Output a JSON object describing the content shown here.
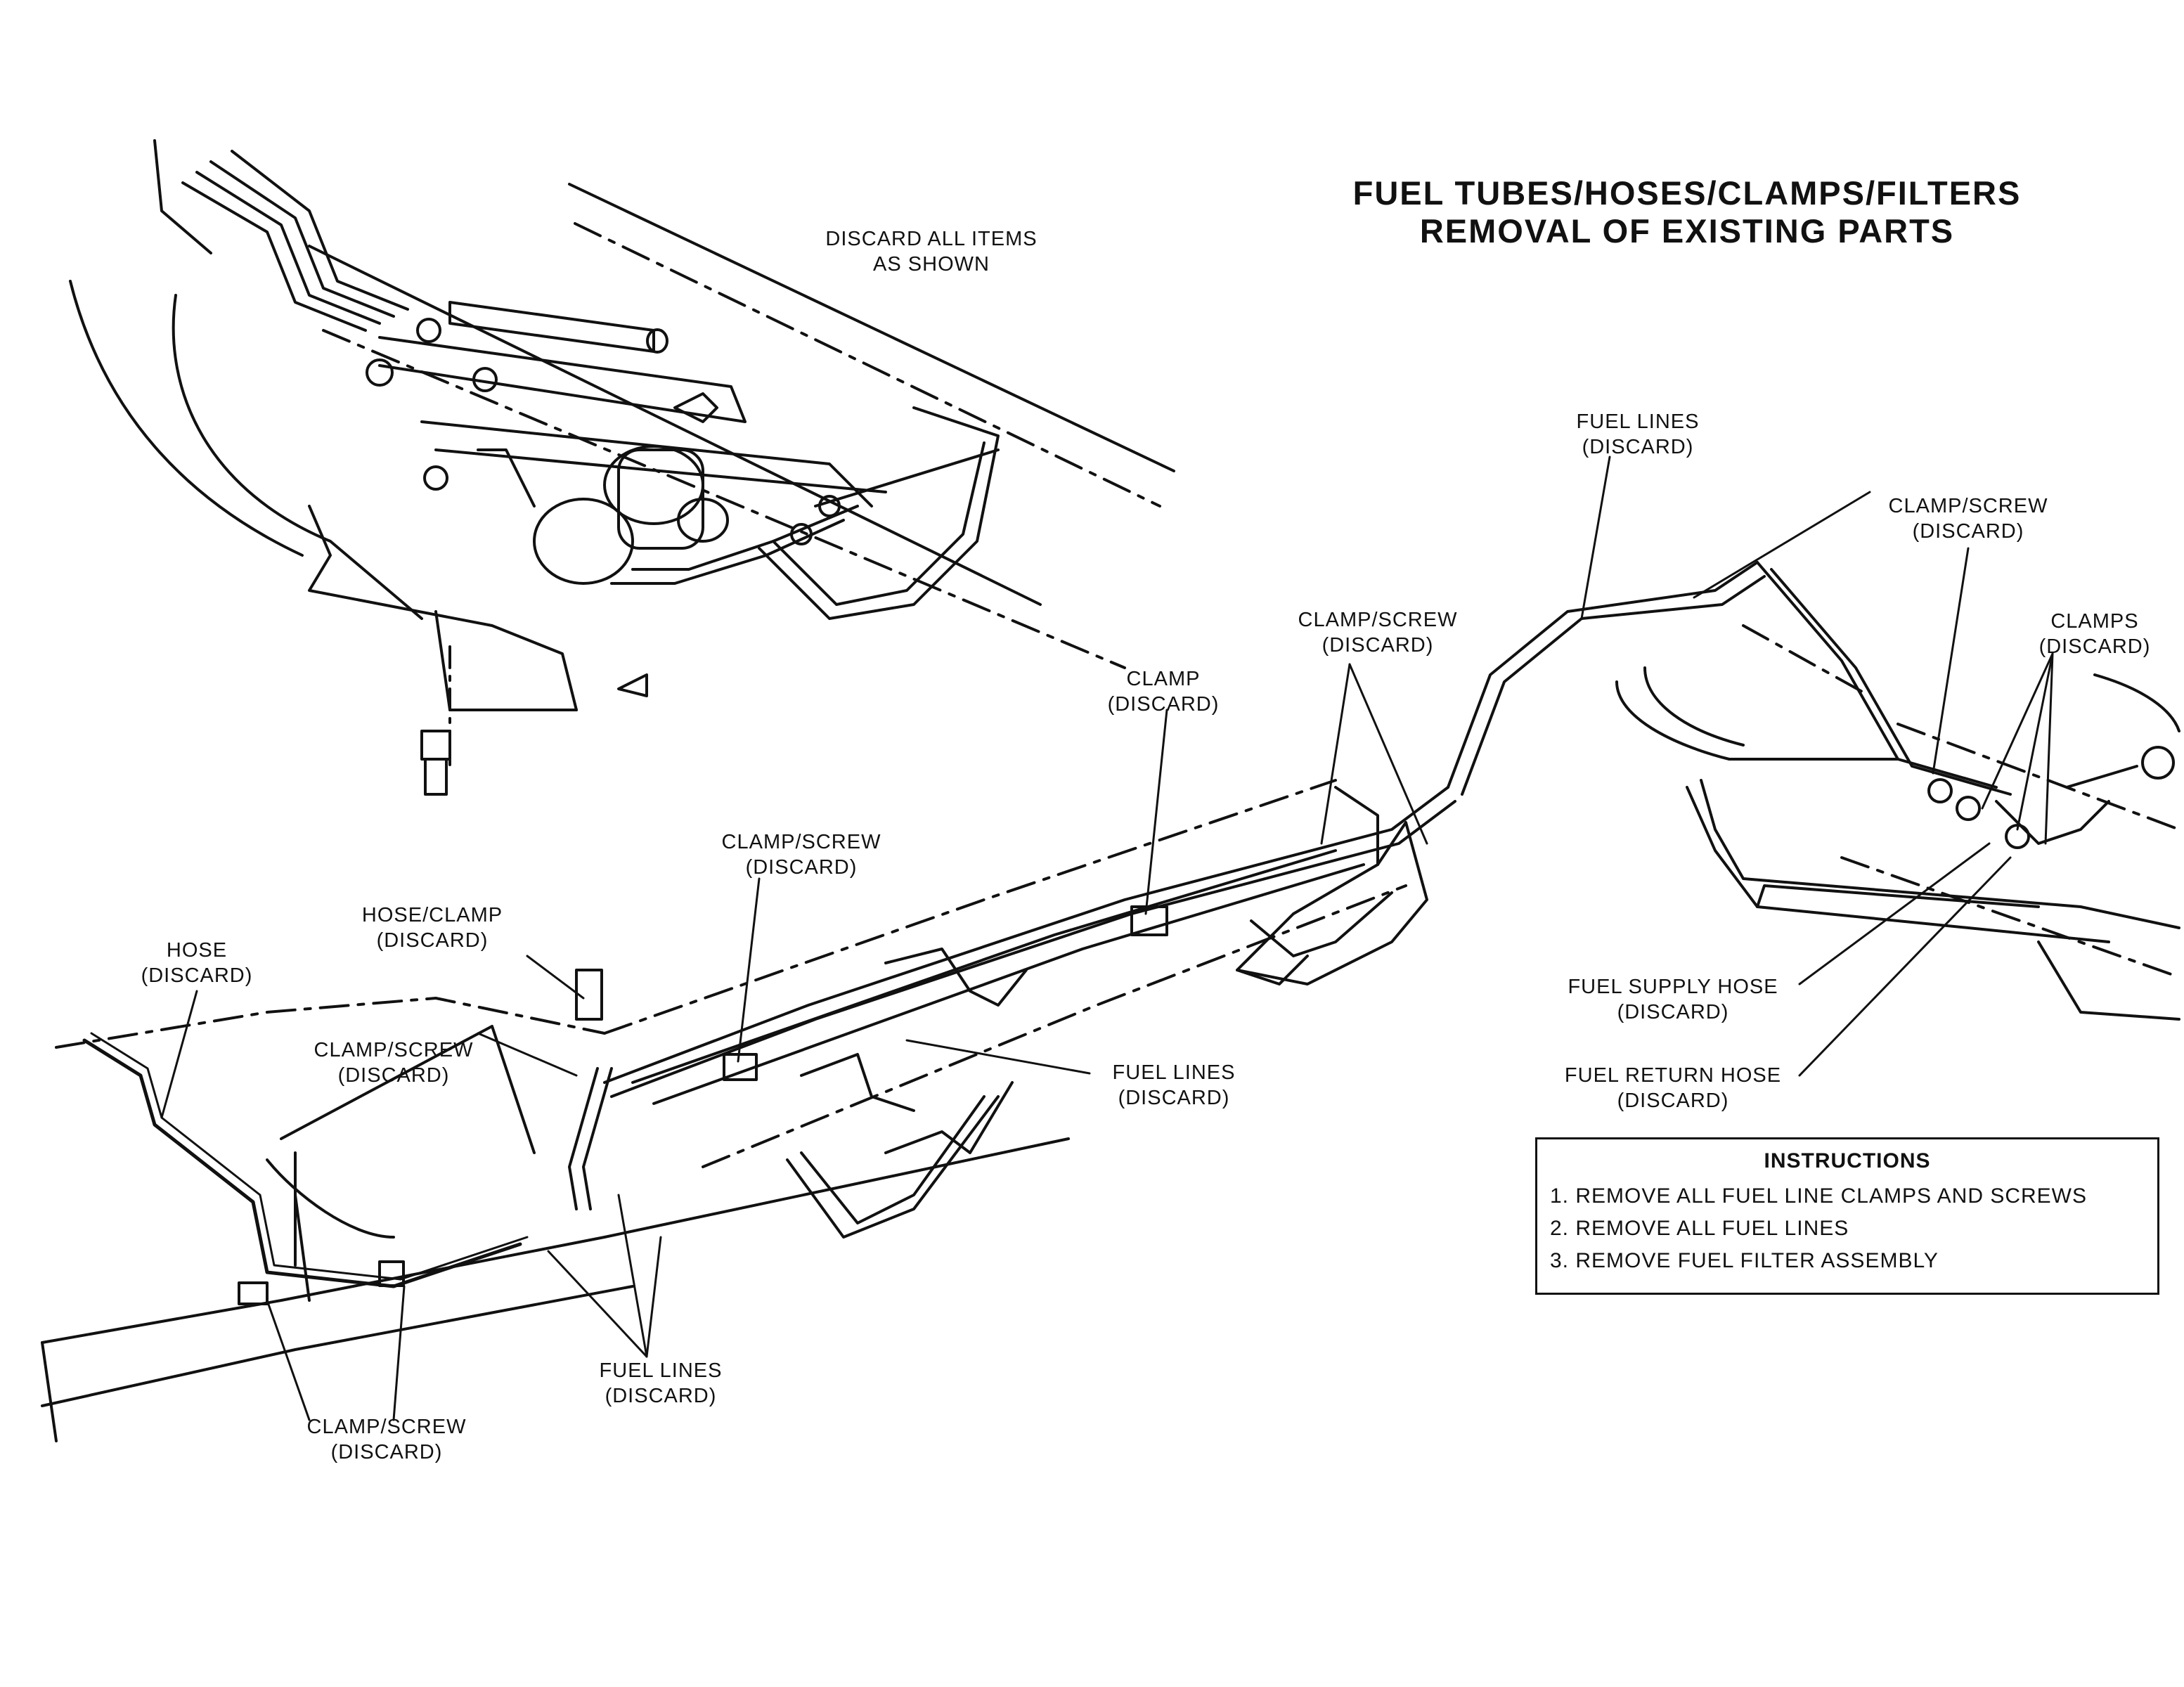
{
  "title": {
    "line1": "FUEL TUBES/HOSES/CLAMPS/FILTERS",
    "line2": "REMOVAL OF EXISTING PARTS"
  },
  "labels": {
    "discard_all": {
      "line1": "DISCARD ALL ITEMS",
      "line2": "AS SHOWN"
    },
    "fuel_lines_top": {
      "line1": "FUEL LINES",
      "line2": "(DISCARD)"
    },
    "clamp_screw_top_right": {
      "line1": "CLAMP/SCREW",
      "line2": "(DISCARD)"
    },
    "clamps_right": {
      "line1": "CLAMPS",
      "line2": "(DISCARD)"
    },
    "clamp_screw_mid": {
      "line1": "CLAMP/SCREW",
      "line2": "(DISCARD)"
    },
    "clamp_mid": {
      "line1": "CLAMP",
      "line2": "(DISCARD)"
    },
    "clamp_screw_center": {
      "line1": "CLAMP/SCREW",
      "line2": "(DISCARD)"
    },
    "hose_clamp": {
      "line1": "HOSE/CLAMP",
      "line2": "(DISCARD)"
    },
    "hose": {
      "line1": "HOSE",
      "line2": "(DISCARD)"
    },
    "clamp_screw_left": {
      "line1": "CLAMP/SCREW",
      "line2": "(DISCARD)"
    },
    "fuel_lines_mid": {
      "line1": "FUEL LINES",
      "line2": "(DISCARD)"
    },
    "fuel_supply_hose": {
      "line1": "FUEL SUPPLY HOSE",
      "line2": "(DISCARD)"
    },
    "fuel_return_hose": {
      "line1": "FUEL RETURN HOSE",
      "line2": "(DISCARD)"
    },
    "fuel_lines_bottom": {
      "line1": "FUEL LINES",
      "line2": "(DISCARD)"
    },
    "clamp_screw_bottom": {
      "line1": "CLAMP/SCREW",
      "line2": "(DISCARD)"
    }
  },
  "instructions": {
    "heading": "INSTRUCTIONS",
    "items": [
      "1. REMOVE ALL FUEL LINE CLAMPS AND SCREWS",
      "2. REMOVE ALL FUEL LINES",
      "3. REMOVE FUEL FILTER ASSEMBLY"
    ]
  },
  "colors": {
    "ink": "#111111",
    "paper": "#ffffff"
  }
}
